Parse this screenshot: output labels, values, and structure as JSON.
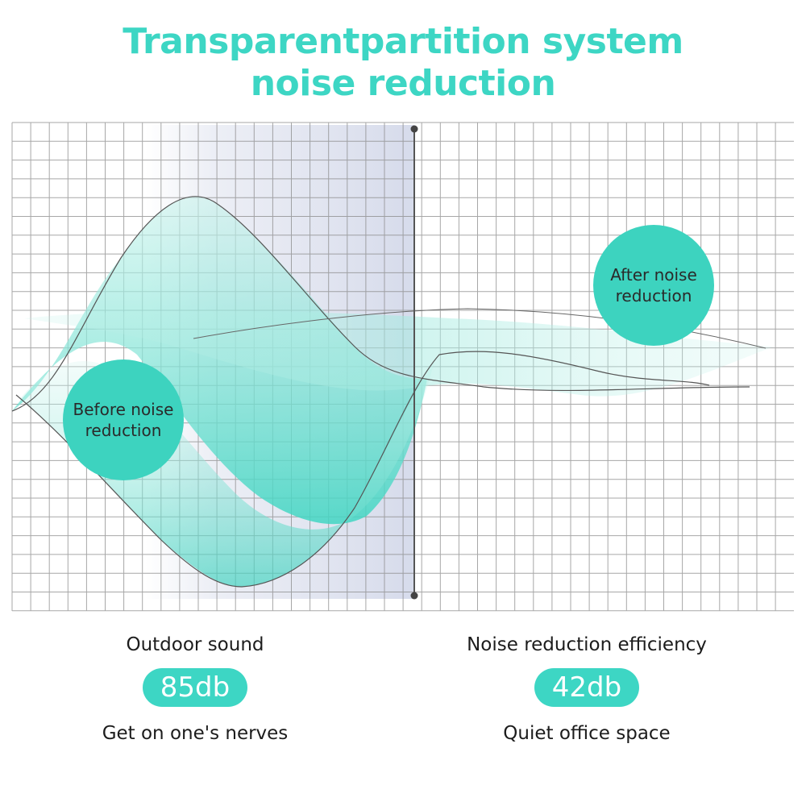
{
  "title": {
    "line1": "Transparentpartition system",
    "line2": "noise reduction"
  },
  "colors": {
    "accent": "#3dd6c4",
    "bubble": "#3dd3bf",
    "grid": "#7a7a7a",
    "panel": "#dde1ee",
    "text": "#1c1c1c"
  },
  "bubbles": {
    "before": {
      "line1": "Before noise",
      "line2": "reduction"
    },
    "after": {
      "line1": "After noise",
      "line2": "reduction"
    }
  },
  "stats": {
    "outdoor": {
      "label": "Outdoor sound",
      "value": "85db",
      "description": "Get on one's nerves"
    },
    "reduction": {
      "label": "Noise reduction efficiency",
      "value": "42db",
      "description": "Quiet office space"
    }
  }
}
